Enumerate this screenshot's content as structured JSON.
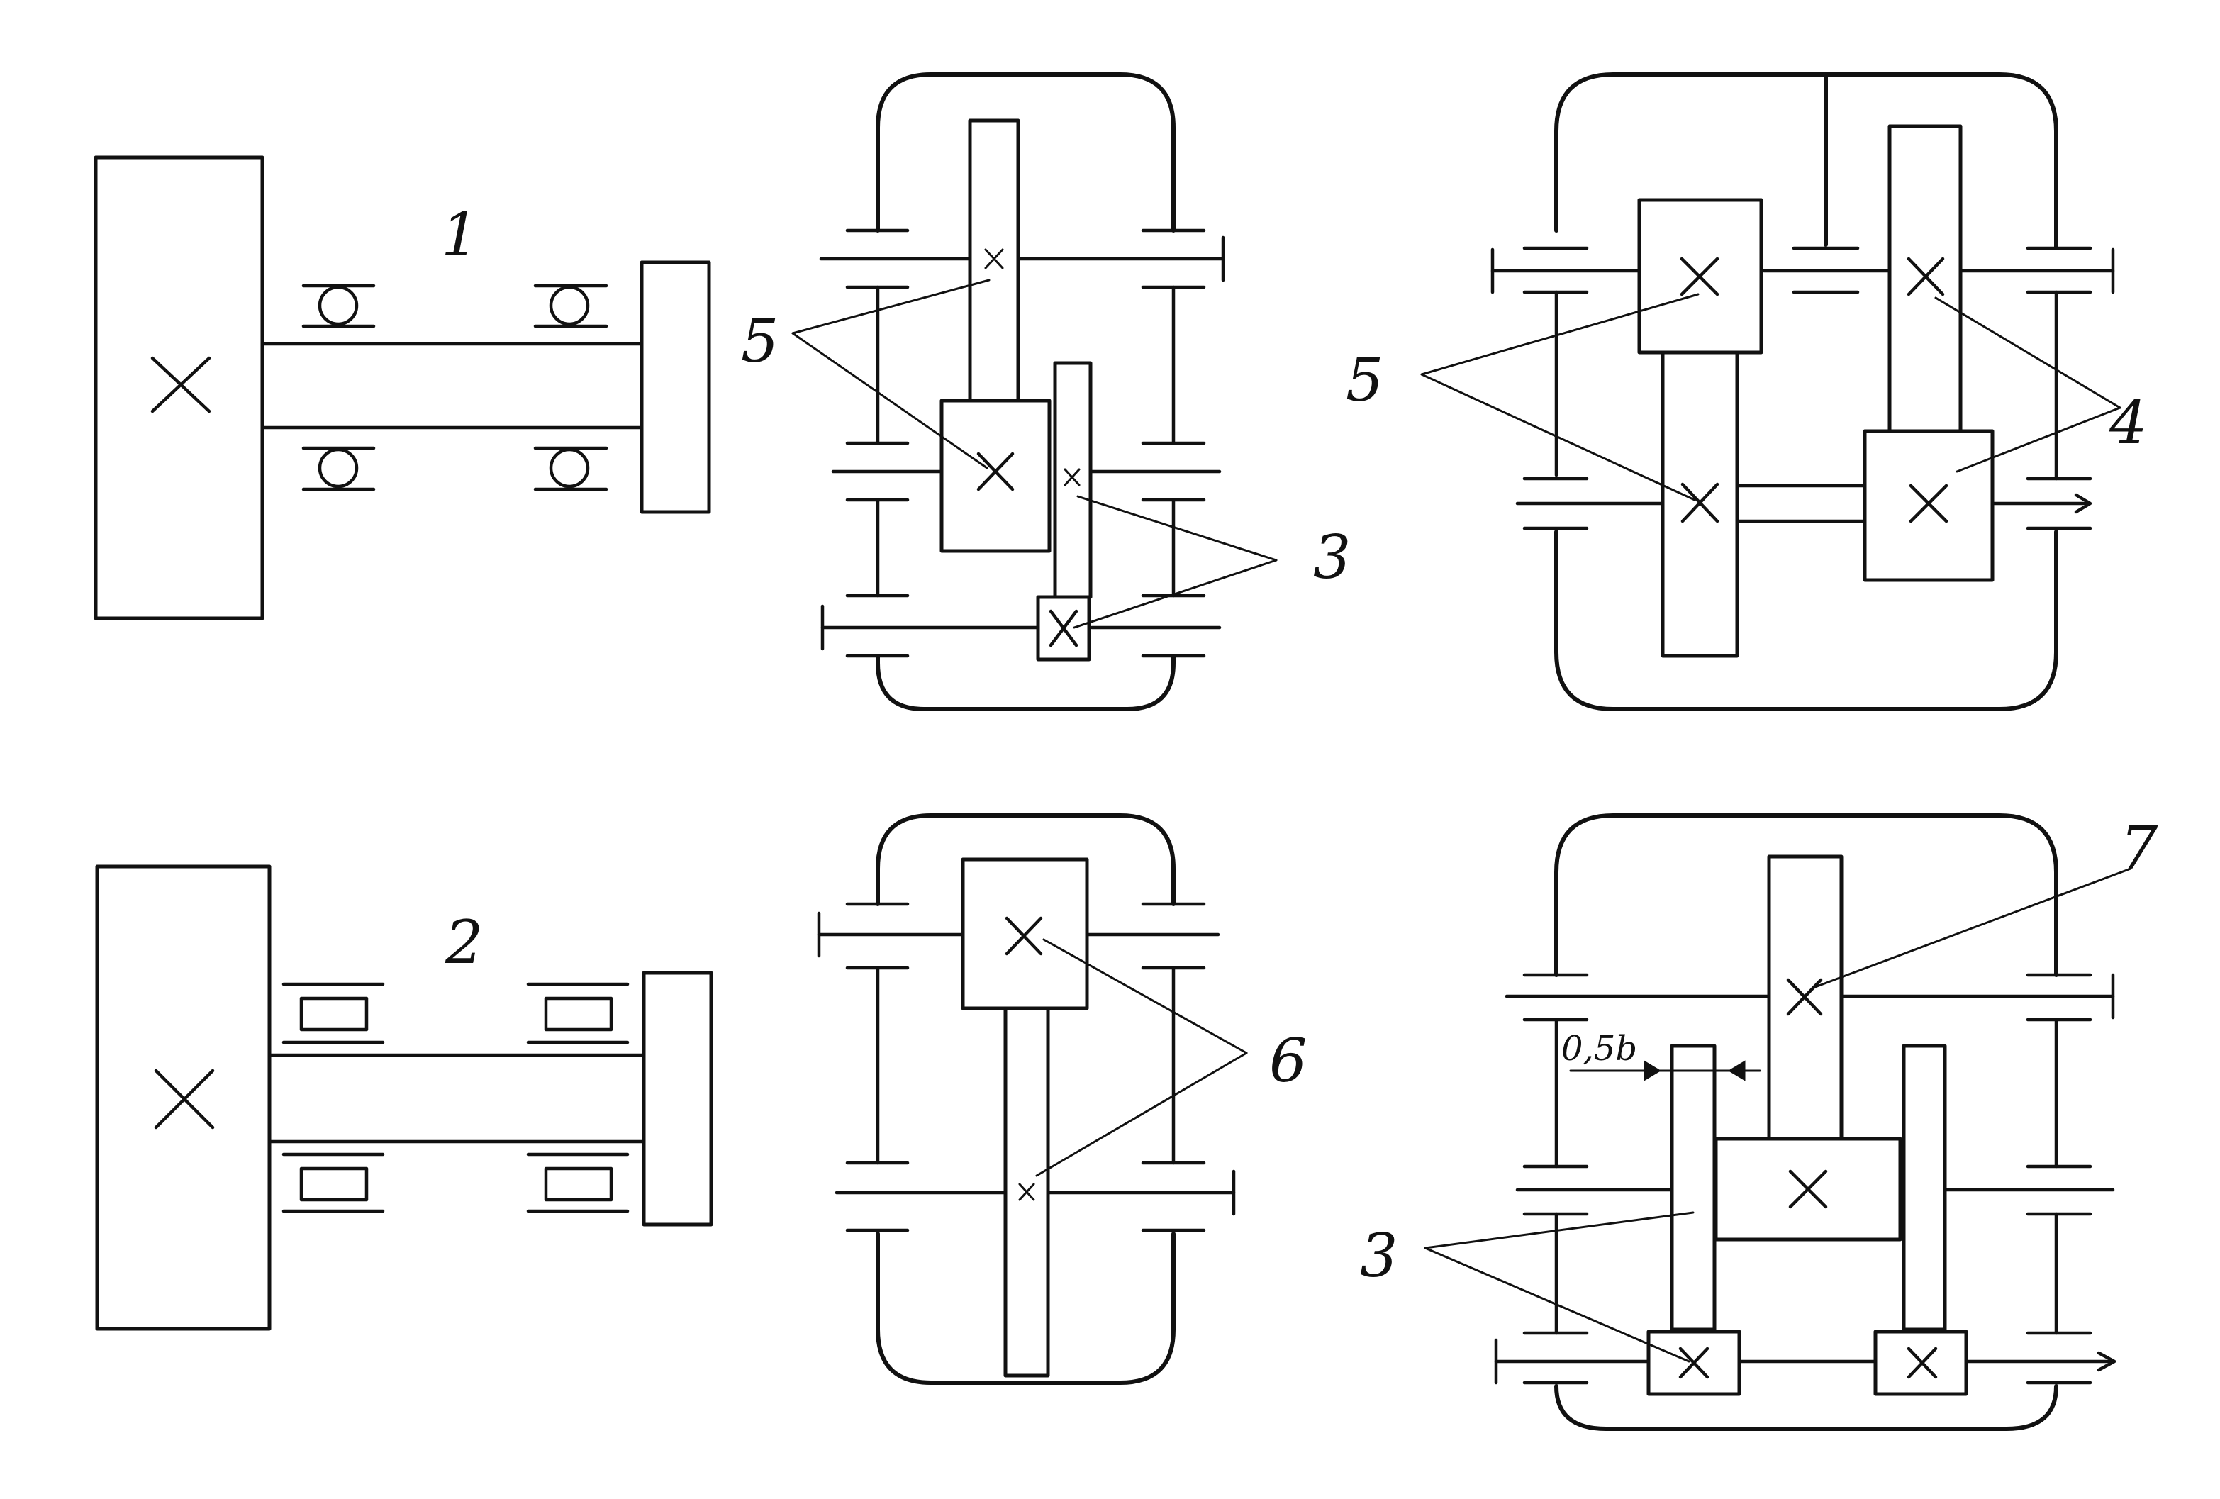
{
  "labels": {
    "fig1": "1",
    "fig2": "2",
    "l5_top_middle": "5",
    "l3_top_middle": "3",
    "l5_top_right": "5",
    "l4_top_right": "4",
    "l6_bottom_middle": "6",
    "l7_bottom_right": "7",
    "l3_bottom_right": "3",
    "dim_half_b": "0,5b"
  },
  "colors": {
    "ink": "#111111",
    "paper": "#ffffff"
  }
}
